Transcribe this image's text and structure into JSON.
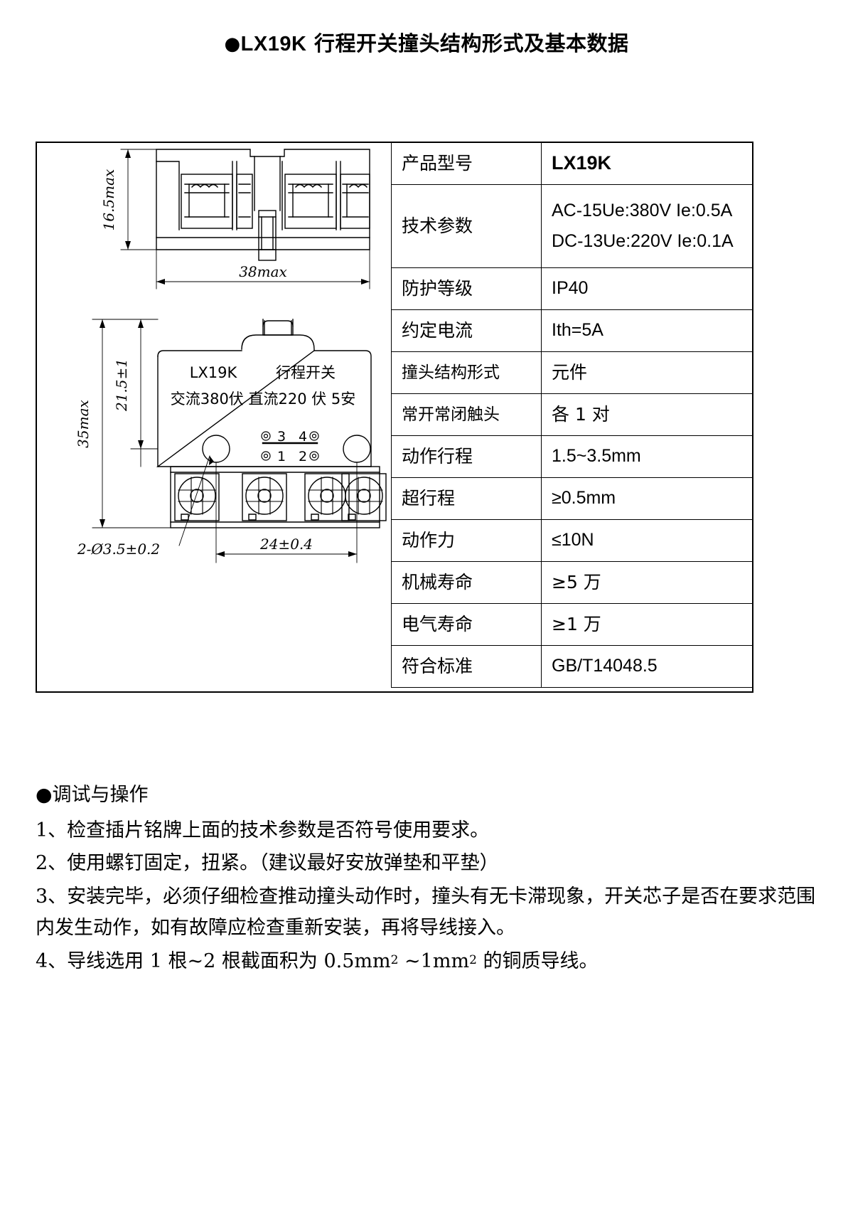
{
  "title": {
    "bullet": "●",
    "model": "LX19K",
    "text": " 行程开关撞头结构形式及基本数据"
  },
  "drawing": {
    "top_view": {
      "height_label": "16.5max",
      "width_label": "38max"
    },
    "front_view": {
      "overall_height_label": "35max",
      "body_height_label": "21.5±1",
      "hole_label": "2-Ø3.5±0.2",
      "hole_pitch_label": "24±0.4",
      "nameplate_model": "LX19K",
      "nameplate_type": "行程开关",
      "nameplate_ratings": "交流380伏  直流220 伏    5安",
      "terminal_3": "3",
      "terminal_4": "4",
      "terminal_1": "1",
      "terminal_2": "2"
    }
  },
  "spec_table": {
    "rows": [
      {
        "key": "产品型号",
        "value": "LX19K",
        "style": "bold"
      },
      {
        "key": "技术参数",
        "value_line1": "AC-15Ue:380V Ie:0.5A",
        "value_line2": "DC-13Ue:220V Ie:0.1A",
        "style": "two-line"
      },
      {
        "key": "防护等级",
        "value": "IP40"
      },
      {
        "key": "约定电流",
        "value": "Ith=5A"
      },
      {
        "key": "撞头结构形式",
        "value": "元件",
        "style": "cjk"
      },
      {
        "key": "常开常闭触头",
        "value": "各 1 对",
        "style": "cjk"
      },
      {
        "key": "动作行程",
        "value": "1.5~3.5mm"
      },
      {
        "key": "超行程",
        "value": "≥0.5mm"
      },
      {
        "key": "动作力",
        "value": "≤10N"
      },
      {
        "key": "机械寿命",
        "value": "≥5 万",
        "style": "cjk"
      },
      {
        "key": "电气寿命",
        "value": "≥1 万",
        "style": "cjk"
      },
      {
        "key": "符合标准",
        "value": "GB/T14048.5"
      }
    ]
  },
  "notes": {
    "heading": "●调试与操作",
    "items": [
      "1、检查插片铭牌上面的技术参数是否符号使用要求。",
      "2、使用螺钉固定，扭紧。（建议最好安放弹垫和平垫）",
      "3、安装完毕，必须仔细检查推动撞头动作时，撞头有无卡滞现象，开关芯子是否在要求范围内发生动作，如有故障应检查重新安装，再将导线接入。"
    ],
    "item4_prefix": "4、导线选用 1 根~2 根截面积为 0.5mm",
    "item4_sup1": "2",
    "item4_mid": " ~1mm",
    "item4_sup2": "2",
    "item4_suffix": " 的铜质导线。"
  }
}
